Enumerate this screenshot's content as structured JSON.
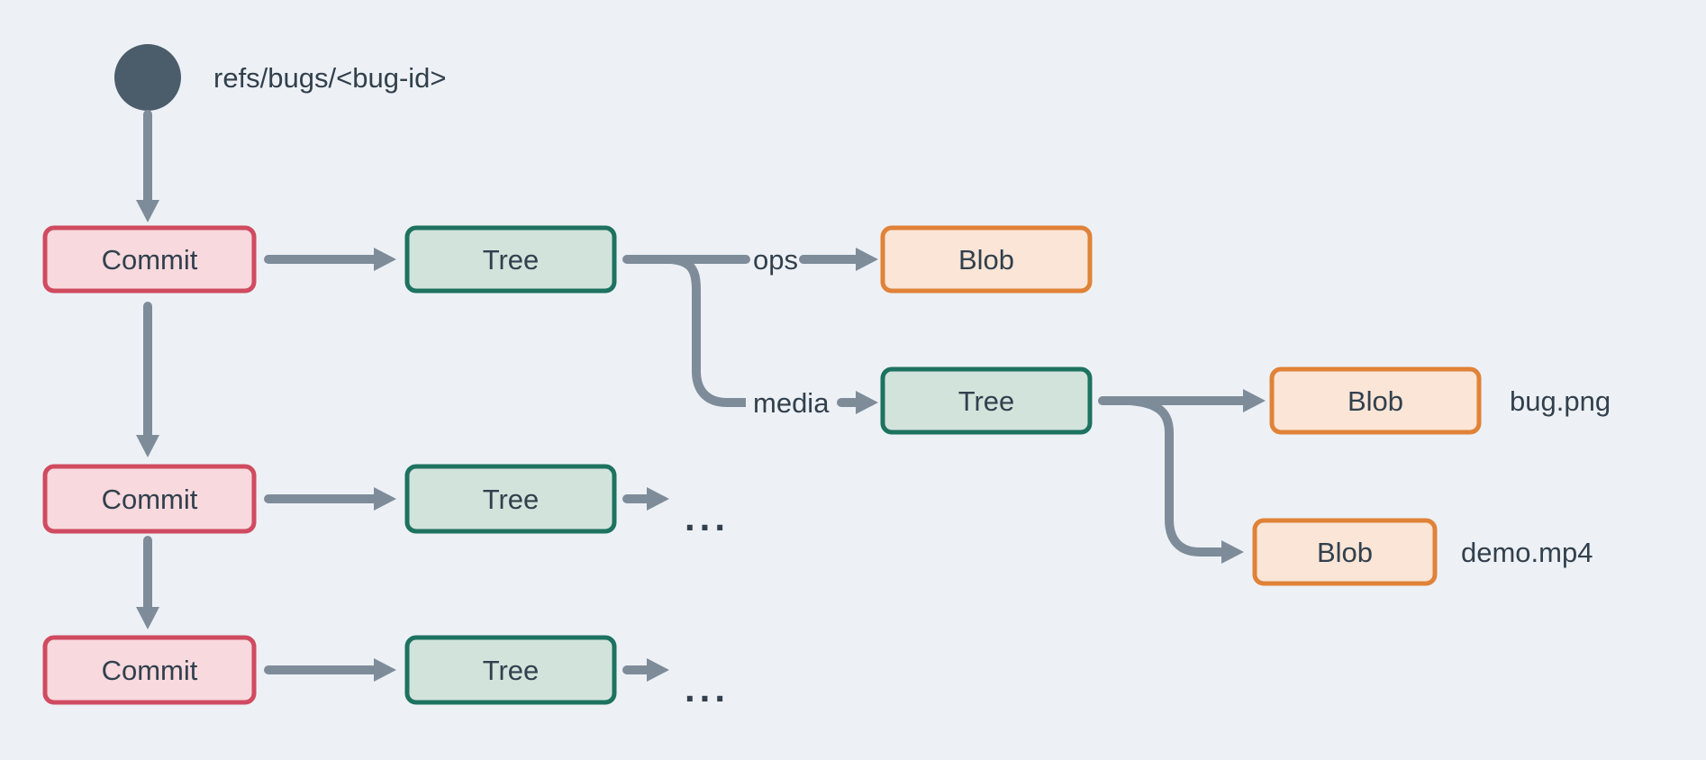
{
  "diagram": {
    "title_hint": "git object graph for bug refs",
    "ref_label": "refs/bugs/<bug-id>",
    "nodes": [
      {
        "id": "commit-1",
        "label": "Commit",
        "type": "commit"
      },
      {
        "id": "tree-root",
        "label": "Tree",
        "type": "tree"
      },
      {
        "id": "blob-ops",
        "label": "Blob",
        "type": "blob"
      },
      {
        "id": "tree-media",
        "label": "Tree",
        "type": "tree"
      },
      {
        "id": "blob-bug",
        "label": "Blob",
        "type": "blob"
      },
      {
        "id": "blob-demo",
        "label": "Blob",
        "type": "blob"
      },
      {
        "id": "commit-2",
        "label": "Commit",
        "type": "commit"
      },
      {
        "id": "tree-2",
        "label": "Tree",
        "type": "tree"
      },
      {
        "id": "commit-3",
        "label": "Commit",
        "type": "commit"
      },
      {
        "id": "tree-3",
        "label": "Tree",
        "type": "tree"
      }
    ],
    "edge_labels": {
      "ops": "ops",
      "media": "media"
    },
    "file_labels": {
      "bug": "bug.png",
      "demo": "demo.mp4"
    },
    "ellipsis_row2": "...",
    "ellipsis_row3": "..."
  },
  "colors": {
    "bg": "#edf1f5",
    "ink": "#32404d",
    "slate": "#4b5c6b",
    "arrow": "#7e8c9a",
    "commit-fill": "#f7d9de",
    "commit-border": "#d04b60",
    "tree-fill": "#d2e3dc",
    "tree-border": "#1e7260",
    "blob-fill": "#fae5d6",
    "blob-border": "#e08238"
  }
}
